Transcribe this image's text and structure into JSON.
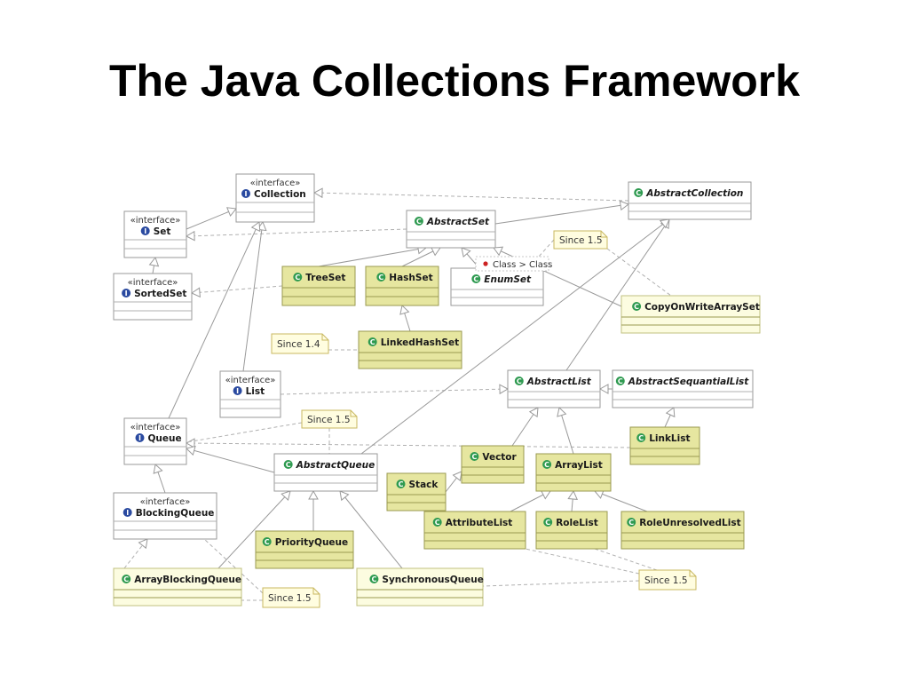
{
  "title": "The Java Collections Framework",
  "diagram": {
    "nodes": [
      {
        "id": "collection",
        "kind": "interface",
        "stereotype": "«interface»",
        "name": "Collection",
        "fill": "white"
      },
      {
        "id": "abstract-collection",
        "kind": "class",
        "abstract": true,
        "name": "AbstractCollection",
        "fill": "white"
      },
      {
        "id": "set",
        "kind": "interface",
        "stereotype": "«interface»",
        "name": "Set",
        "fill": "white"
      },
      {
        "id": "abstract-set",
        "kind": "class",
        "abstract": true,
        "name": "AbstractSet",
        "fill": "white"
      },
      {
        "id": "sorted-set",
        "kind": "interface",
        "stereotype": "«interface»",
        "name": "SortedSet",
        "fill": "white"
      },
      {
        "id": "tree-set",
        "kind": "class",
        "name": "TreeSet",
        "fill": "yellow"
      },
      {
        "id": "hash-set",
        "kind": "class",
        "name": "HashSet",
        "fill": "yellow"
      },
      {
        "id": "enum-set",
        "kind": "class",
        "abstract": true,
        "name": "EnumSet",
        "fill": "white"
      },
      {
        "id": "copy-on-write-array-set",
        "kind": "class",
        "name": "CopyOnWriteArraySet",
        "fill": "lightyellow"
      },
      {
        "id": "linked-hash-set",
        "kind": "class",
        "name": "LinkedHashSet",
        "fill": "yellow"
      },
      {
        "id": "list",
        "kind": "interface",
        "stereotype": "«interface»",
        "name": "List",
        "fill": "white"
      },
      {
        "id": "abstract-list",
        "kind": "class",
        "abstract": true,
        "name": "AbstractList",
        "fill": "white"
      },
      {
        "id": "abstract-sequential-list",
        "kind": "class",
        "abstract": true,
        "name": "AbstractSequantialList",
        "fill": "white"
      },
      {
        "id": "queue",
        "kind": "interface",
        "stereotype": "«interface»",
        "name": "Queue",
        "fill": "white"
      },
      {
        "id": "link-list",
        "kind": "class",
        "name": "LinkList",
        "fill": "yellow"
      },
      {
        "id": "abstract-queue",
        "kind": "class",
        "abstract": true,
        "name": "AbstractQueue",
        "fill": "white"
      },
      {
        "id": "vector",
        "kind": "class",
        "name": "Vector",
        "fill": "yellow"
      },
      {
        "id": "array-list",
        "kind": "class",
        "name": "ArrayList",
        "fill": "yellow"
      },
      {
        "id": "stack",
        "kind": "class",
        "name": "Stack",
        "fill": "yellow"
      },
      {
        "id": "blocking-queue",
        "kind": "interface",
        "stereotype": "«interface»",
        "name": "BlockingQueue",
        "fill": "white"
      },
      {
        "id": "attribute-list",
        "kind": "class",
        "name": "AttributeList",
        "fill": "yellow"
      },
      {
        "id": "role-list",
        "kind": "class",
        "name": "RoleList",
        "fill": "yellow"
      },
      {
        "id": "role-unresolved-list",
        "kind": "class",
        "name": "RoleUnresolvedList",
        "fill": "yellow"
      },
      {
        "id": "priority-queue",
        "kind": "class",
        "name": "PriorityQueue",
        "fill": "yellow"
      },
      {
        "id": "array-blocking-queue",
        "kind": "class",
        "name": "ArrayBlockingQueue",
        "fill": "lightyellow"
      },
      {
        "id": "synchronous-queue",
        "kind": "class",
        "name": "SynchronousQueue",
        "fill": "lightyellow"
      }
    ],
    "notes": [
      {
        "id": "note-since-15-set",
        "text": "Since 1.5"
      },
      {
        "id": "note-since-14",
        "text": "Since 1.4"
      },
      {
        "id": "note-since-15-queue",
        "text": "Since 1.5"
      },
      {
        "id": "note-since-15-lists",
        "text": "Since 1.5"
      },
      {
        "id": "note-since-15-blocking",
        "text": "Since 1.5"
      }
    ],
    "legend": {
      "text": "Class > Class",
      "dot_color": "#cc2222"
    },
    "colors": {
      "interface_icon": "#2a4aa0",
      "class_icon": "#2e9a50",
      "concrete_fill": "#e6e6a0",
      "added_fill": "#fcfce0",
      "abstract_fill": "#ffffff"
    }
  }
}
